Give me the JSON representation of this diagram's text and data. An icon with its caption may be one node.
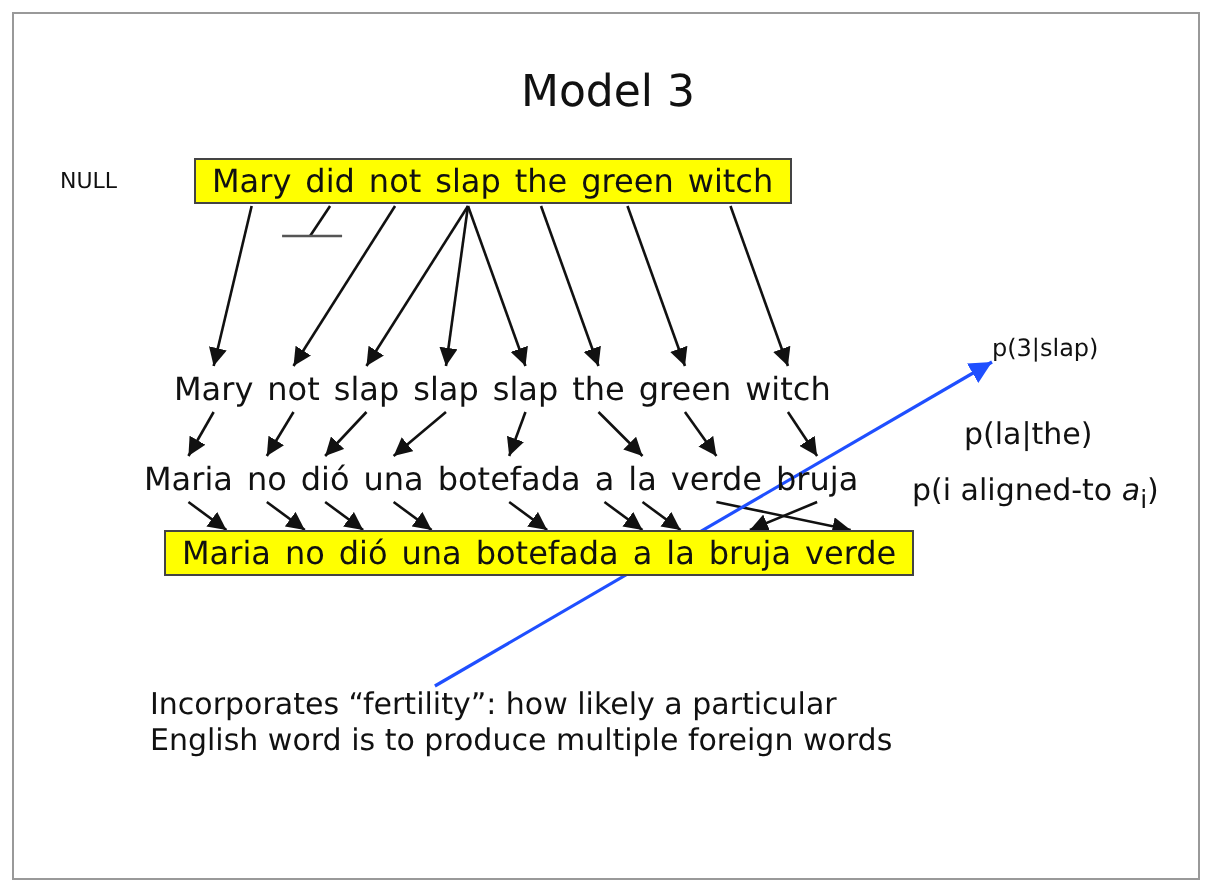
{
  "diagram": {
    "title": "Model 3",
    "nodes": [
      {
        "text": [],
        "shape": "box"
      },
      {
        "text": [
          "Mary"
        ],
        "in": 0
      },
      {
        "text": [
          "did"
        ],
        "in": 0
      },
      {
        "text": [
          "not"
        ],
        "in": 0
      },
      {
        "text": [
          "slap"
        ],
        "in": 0
      },
      {
        "text": [
          "the"
        ],
        "in": 0
      },
      {
        "text": [
          "green"
        ],
        "in": 0
      },
      {
        "text": [
          "witch"
        ],
        "in": 0
      },
      {
        "text": [
          "Mary"
        ]
      },
      {
        "text": [
          "not"
        ]
      },
      {
        "text": [
          "slap"
        ]
      },
      {
        "text": [
          "slap"
        ]
      },
      {
        "text": [
          "slap"
        ]
      },
      {
        "text": [
          "the"
        ]
      },
      {
        "text": [
          "green"
        ]
      },
      {
        "text": [
          "witch"
        ]
      },
      {
        "text": [
          "Maria"
        ]
      },
      {
        "text": [
          "no"
        ]
      },
      {
        "text": [
          "dió"
        ]
      },
      {
        "text": [
          "una"
        ]
      },
      {
        "text": [
          "botefada"
        ]
      },
      {
        "text": [
          "a"
        ]
      },
      {
        "text": [
          "la"
        ]
      },
      {
        "text": [
          "verde"
        ]
      },
      {
        "text": [
          "bruja"
        ]
      },
      {
        "text": [],
        "shape": "box"
      },
      {
        "text": [
          "Maria"
        ],
        "in": 25
      },
      {
        "text": [
          "no"
        ],
        "in": 25
      },
      {
        "text": [
          "dió"
        ],
        "in": 25
      },
      {
        "text": [
          "una"
        ],
        "in": 25
      },
      {
        "text": [
          "botefada"
        ],
        "in": 25
      },
      {
        "text": [
          "a"
        ],
        "in": 25
      },
      {
        "text": [
          "la"
        ],
        "in": 25
      },
      {
        "text": [
          "bruja"
        ],
        "in": 25
      },
      {
        "text": [
          "verde"
        ],
        "in": 25
      },
      {
        "text": [
          "p(3|slap)"
        ]
      },
      {
        "text": [
          "Incorporates “fertility”: how likely a particular English word is to produce multiple foreign words"
        ]
      }
    ],
    "edges": [
      {
        "from": 1,
        "to": 8,
        "arrow": "to"
      },
      {
        "from": 2,
        "to": null,
        "arrow": "none"
      },
      {
        "from": 3,
        "to": 9,
        "arrow": "to"
      },
      {
        "from": 4,
        "to": 10,
        "arrow": "to"
      },
      {
        "from": 4,
        "to": 11,
        "arrow": "to"
      },
      {
        "from": 4,
        "to": 12,
        "arrow": "to"
      },
      {
        "from": 5,
        "to": 13,
        "arrow": "to"
      },
      {
        "from": 6,
        "to": 14,
        "arrow": "to"
      },
      {
        "from": 7,
        "to": 15,
        "arrow": "to"
      },
      {
        "from": 8,
        "to": 16,
        "arrow": "to"
      },
      {
        "from": 9,
        "to": 17,
        "arrow": "to"
      },
      {
        "from": 10,
        "to": 18,
        "arrow": "to"
      },
      {
        "from": 11,
        "to": 19,
        "arrow": "to"
      },
      {
        "from": 12,
        "to": 20,
        "arrow": "to"
      },
      {
        "from": 13,
        "to": 22,
        "arrow": "to"
      },
      {
        "from": 14,
        "to": 23,
        "arrow": "to"
      },
      {
        "from": 15,
        "to": 24,
        "arrow": "to"
      },
      {
        "from": 16,
        "to": 26,
        "arrow": "to"
      },
      {
        "from": 17,
        "to": 27,
        "arrow": "to"
      },
      {
        "from": 18,
        "to": 28,
        "arrow": "to"
      },
      {
        "from": 19,
        "to": 29,
        "arrow": "to"
      },
      {
        "from": 20,
        "to": 30,
        "arrow": "to"
      },
      {
        "from": 21,
        "to": 31,
        "arrow": "to"
      },
      {
        "from": 22,
        "to": 32,
        "arrow": "to"
      },
      {
        "from": 23,
        "to": 34,
        "arrow": "to"
      },
      {
        "from": 24,
        "to": 33,
        "arrow": "to"
      },
      {
        "from": 36,
        "to": 35,
        "arrow": "to",
        "color": "#1f4fff"
      }
    ],
    "labels": [
      "NULL",
      "p(la|the)",
      "p(i aligned-to *a*$_{i}$)"
    ]
  }
}
